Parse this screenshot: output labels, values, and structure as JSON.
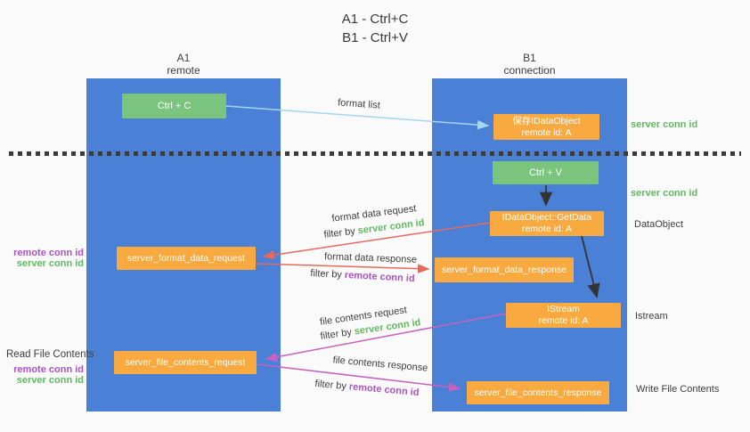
{
  "title": {
    "line1": "A1 - Ctrl+C",
    "line2": "B1 - Ctrl+V"
  },
  "columns": {
    "left": {
      "name": "A1",
      "role": "remote"
    },
    "right": {
      "name": "B1",
      "role": "connection"
    }
  },
  "boxes": {
    "ctrl_c": "Ctrl + C",
    "ctrl_v": "Ctrl + V",
    "save_idataobject": {
      "line1": "保存IDataObject",
      "line2": "remote id: A"
    },
    "getdata": {
      "line1": "IDataObject::GetData",
      "line2": "remote id: A"
    },
    "istream": {
      "line1": "IStream",
      "line2": "remote id: A"
    },
    "format_request": "server_format_data_request",
    "format_response": "server_format_data_response",
    "file_request": "server_file_contents_request",
    "file_response": "server_file_contents_response"
  },
  "arrow_labels": {
    "format_list": "format list",
    "format_data_request": "format data request",
    "filter_server_1": {
      "prefix": "filter by",
      "id": "server conn id"
    },
    "format_data_response": "format data response",
    "filter_remote_1": {
      "prefix": "filter by",
      "id": "remote conn id"
    },
    "file_contents_request": "file contents request",
    "filter_server_2": {
      "prefix": "filter by",
      "id": "server conn id"
    },
    "file_contents_response": "file contents response",
    "filter_remote_2": {
      "prefix": "filter by",
      "id": "remote conn id"
    }
  },
  "side_labels": {
    "server_conn_top": "server conn id",
    "server_conn_mid": "server conn id",
    "dataobject": "DataObject",
    "istream": "Istream",
    "write_file_contents": "Write File Contents",
    "read_file_contents": "Read File Contents",
    "left_remote_1": "remote conn id",
    "left_server_1": "server conn id",
    "left_remote_2": "remote conn id",
    "left_server_2": "server conn id"
  },
  "colors": {
    "column_blue": "#4a80d5",
    "box_green": "#7ac47e",
    "box_orange": "#f8a93f",
    "id_green": "#60b95f",
    "id_purple": "#ab53c5",
    "arrow_red": "#e8685e",
    "arrow_magenta": "#c663c0",
    "arrow_lightblue": "#a5d5f0",
    "arrow_black": "#333333"
  }
}
